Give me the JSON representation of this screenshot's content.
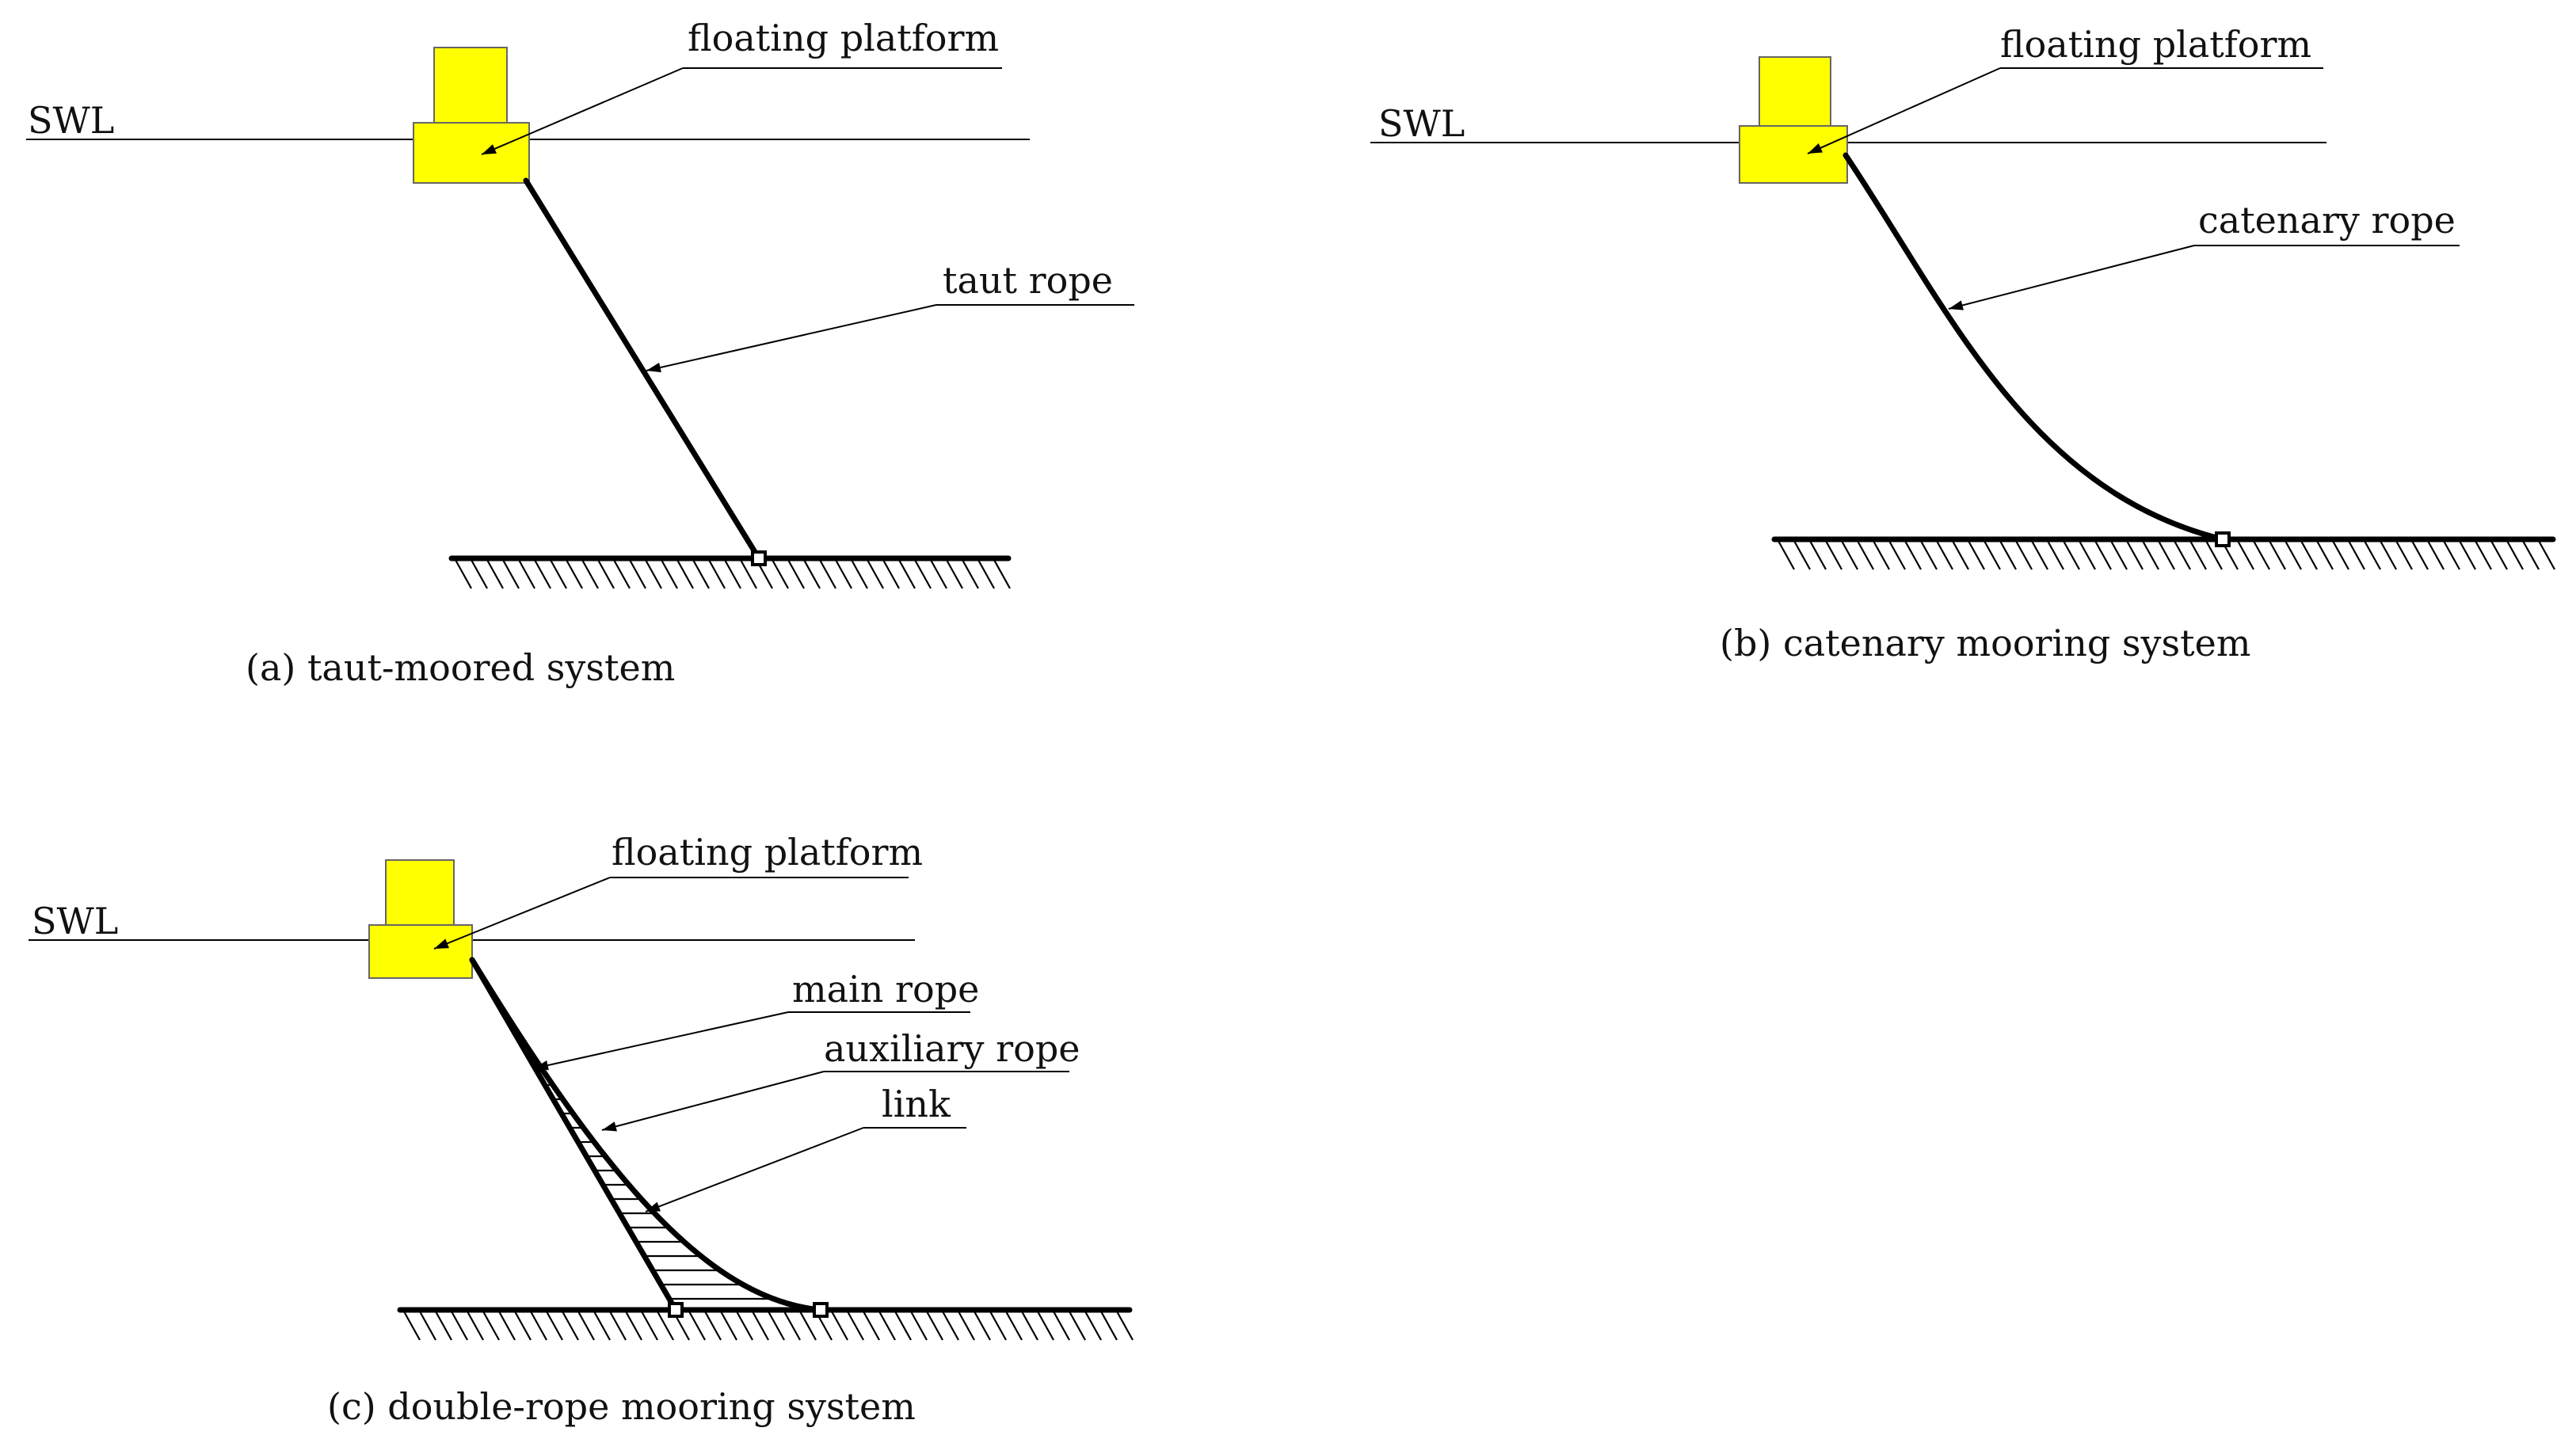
{
  "colors": {
    "platform": "#FFFF00",
    "line": "#000000",
    "background": "#FFFFFF"
  },
  "panels": {
    "a": {
      "caption": "(a)  taut-moored system",
      "swl": "SWL",
      "platform_label": "floating platform",
      "rope_label": "taut rope"
    },
    "b": {
      "caption": "(b)  catenary mooring system",
      "swl": "SWL",
      "platform_label": "floating platform",
      "rope_label": "catenary rope"
    },
    "c": {
      "caption": "(c)  double-rope mooring system",
      "swl": "SWL",
      "platform_label": "floating platform",
      "main_rope_label": "main rope",
      "aux_rope_label": "auxiliary rope",
      "link_label": "link"
    }
  }
}
